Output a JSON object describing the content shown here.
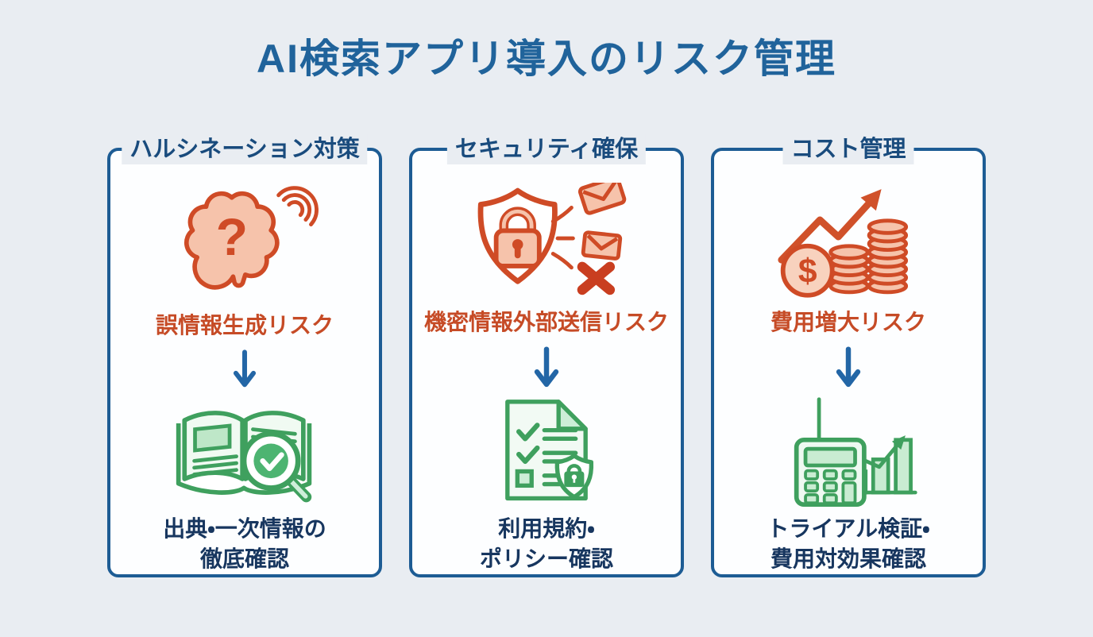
{
  "page": {
    "title": "AI検索アプリ導入のリスク管理",
    "background_color": "#e9edf2",
    "border_color": "#1d5c94",
    "title_color": "#20639b",
    "risk_text_color": "#c64b26",
    "action_text_color": "#17365f",
    "orange_icon_color": "#cf4b26",
    "green_icon_color": "#3fa05e",
    "down_arrow_icon": "down-arrow-icon"
  },
  "panels": [
    {
      "id": "hallucination",
      "title": "ハルシネーション対策",
      "risk_icon": "brain-question-wifi-icon",
      "risk_label": "誤情報生成リスク",
      "action_icon": "book-magnifier-check-icon",
      "action_line1": "出典・一次情報の",
      "action_line2": "徹底確認"
    },
    {
      "id": "security",
      "title": "セキュリティ確保",
      "risk_icon": "shield-lock-leak-icon",
      "risk_label": "機密情報外部送信リスク",
      "action_icon": "policy-document-lock-icon",
      "action_line1": "利用規約・",
      "action_line2": "ポリシー確認"
    },
    {
      "id": "cost",
      "title": "コスト管理",
      "risk_icon": "coins-rising-arrow-icon",
      "risk_label": "費用増大リスク",
      "action_icon": "calculator-chart-icon",
      "action_line1": "トライアル検証・",
      "action_line2": "費用対効果確認"
    }
  ]
}
